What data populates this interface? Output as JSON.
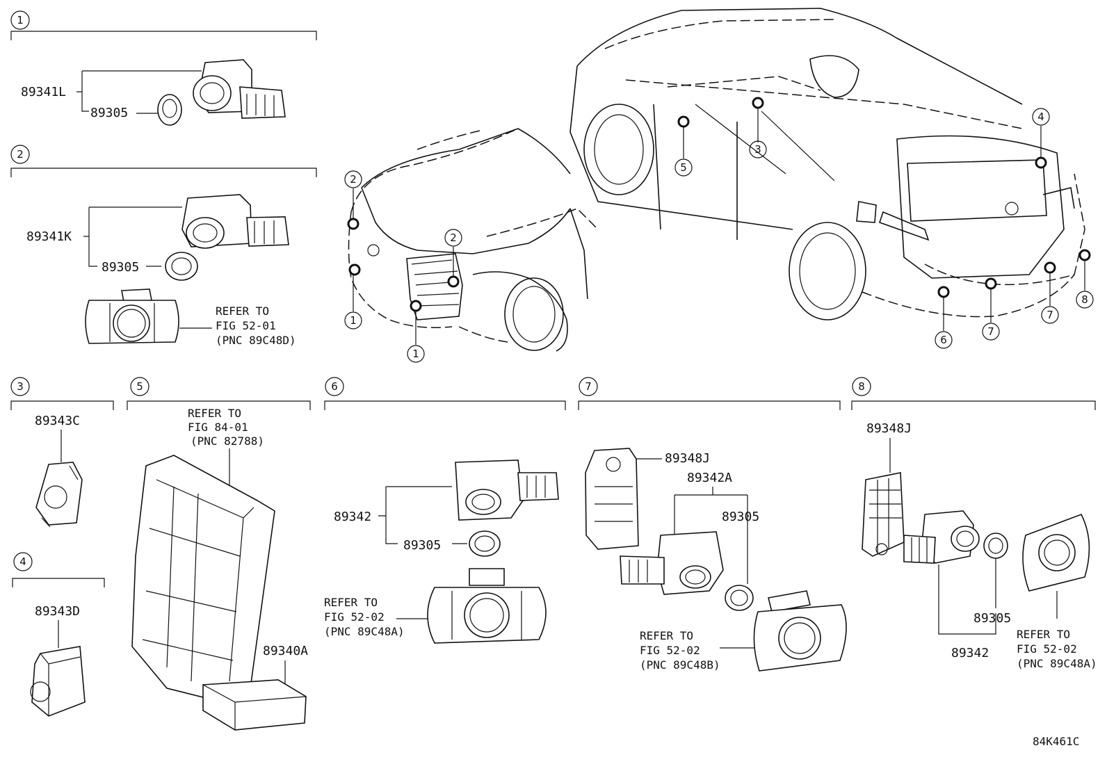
{
  "sections": [
    {
      "num": "1",
      "parts": [
        "89341L",
        "89305"
      ]
    },
    {
      "num": "2",
      "parts": [
        "89341K",
        "89305"
      ],
      "refer": [
        "REFER TO",
        "FIG 52-01",
        "(PNC 89C48D)"
      ]
    },
    {
      "num": "3",
      "parts": [
        "89343C"
      ]
    },
    {
      "num": "4",
      "parts": [
        "89343D"
      ]
    },
    {
      "num": "5",
      "parts": [
        "89340A"
      ],
      "refer": [
        "REFER TO",
        "FIG 84-01",
        "(PNC 82788)"
      ]
    },
    {
      "num": "6",
      "parts": [
        "89342",
        "89305"
      ],
      "refer": [
        "REFER TO",
        "FIG 52-02",
        "(PNC 89C48A)"
      ]
    },
    {
      "num": "7",
      "parts": [
        "89348J",
        "89342A",
        "89305"
      ],
      "refer": [
        "REFER TO",
        "FIG 52-02",
        "(PNC 89C48B)"
      ]
    },
    {
      "num": "8",
      "parts": [
        "89348J",
        "89305",
        "89342"
      ],
      "refer": [
        "REFER TO",
        "FIG 52-02",
        "(PNC 89C48A)"
      ]
    }
  ],
  "front_callouts": [
    "2",
    "2",
    "1",
    "1"
  ],
  "rear_callouts": [
    "4",
    "3",
    "5",
    "6",
    "7",
    "7",
    "8"
  ],
  "figure_code": "84K461C"
}
